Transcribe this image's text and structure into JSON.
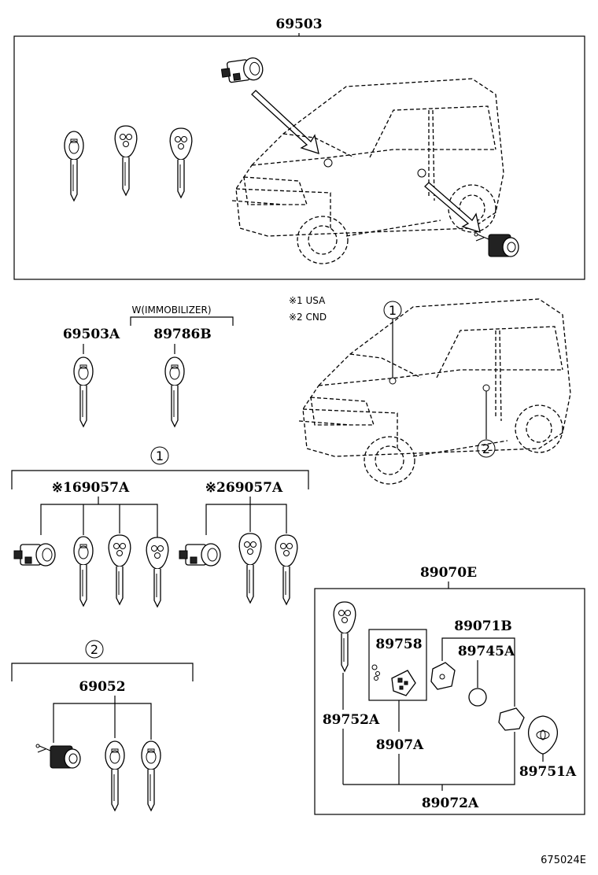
{
  "labels": {
    "top_assembly": "69503",
    "key_a": "69503A",
    "immobilizer_note": "W(IMMOBILIZER)",
    "key_b": "89786B",
    "note_usa": "※1 USA",
    "note_cnd": "※2 CND",
    "callout_1": "1",
    "callout_2": "2",
    "set_usa": "※169057A",
    "set_cnd": "※269057A",
    "door_cyl": "69052",
    "transmitter_assy": "89070E",
    "case": "89071B",
    "battery": "89745A",
    "board": "89758",
    "cover": "89752A",
    "body": "8907A",
    "emblem": "89751A",
    "housing": "89072A",
    "diagram_code": "675024E"
  },
  "colors": {
    "ink": "#000000",
    "paper": "#ffffff"
  }
}
